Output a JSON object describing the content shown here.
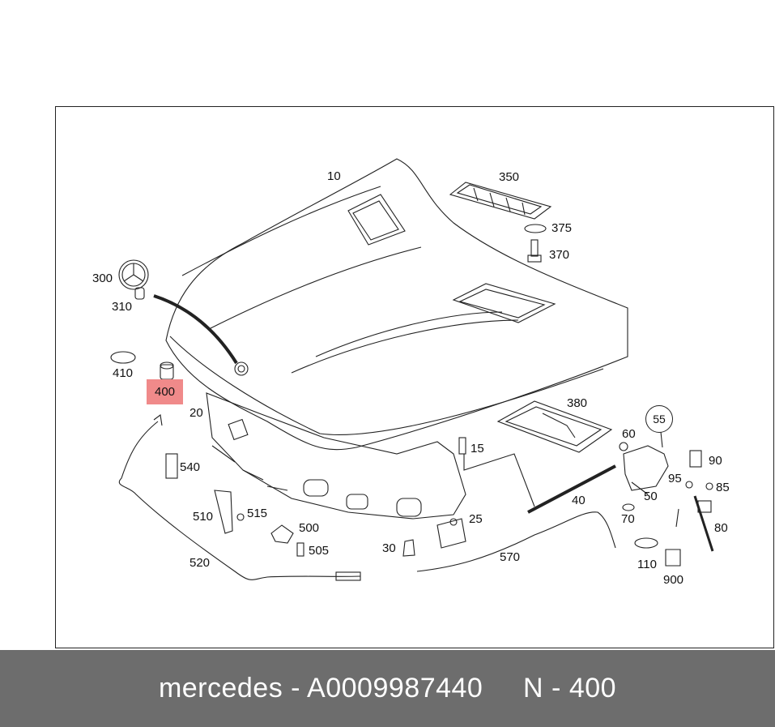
{
  "labels": {
    "l10": "10",
    "l350": "350",
    "l375": "375",
    "l370": "370",
    "l300": "300",
    "l310": "310",
    "l410": "410",
    "l400": "400",
    "l20": "20",
    "l380": "380",
    "l55": "55",
    "l60": "60",
    "l15": "15",
    "l540": "540",
    "l90": "90",
    "l95": "95",
    "l85": "85",
    "l50": "50",
    "l40": "40",
    "l510": "510",
    "l515": "515",
    "l70": "70",
    "l25": "25",
    "l500": "500",
    "l80": "80",
    "l505": "505",
    "l30": "30",
    "l570": "570",
    "l110": "110",
    "l520": "520",
    "l900": "900"
  },
  "highlight_color": "#f08a8a",
  "footer": {
    "text": "mercedes - A0009987440     N - 400",
    "background": "#6d6d6d"
  }
}
